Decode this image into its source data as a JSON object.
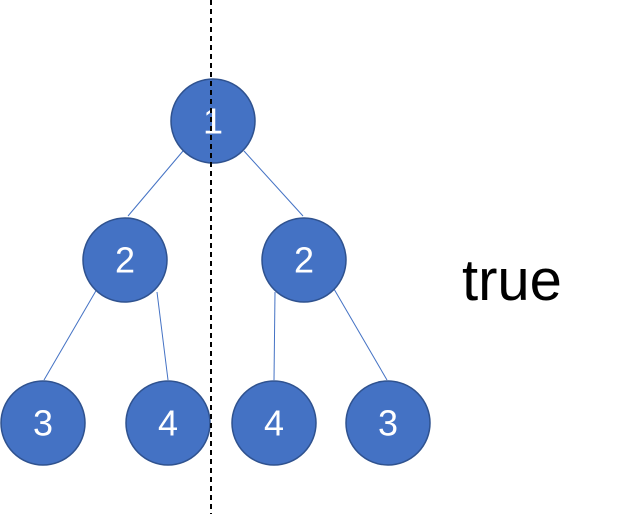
{
  "diagram": {
    "type": "binary-tree",
    "node_color": "#4472c4",
    "node_text_color": "#ffffff",
    "edge_color": "#4472c4",
    "axis_line": {
      "style": "dashed",
      "color": "#000000"
    },
    "nodes": [
      {
        "id": "n1",
        "label": "1"
      },
      {
        "id": "n2l",
        "label": "2"
      },
      {
        "id": "n2r",
        "label": "2"
      },
      {
        "id": "n3l",
        "label": "3"
      },
      {
        "id": "n4l",
        "label": "4"
      },
      {
        "id": "n4r",
        "label": "4"
      },
      {
        "id": "n3r",
        "label": "3"
      }
    ],
    "edges": [
      {
        "from": "n1",
        "to": "n2l"
      },
      {
        "from": "n1",
        "to": "n2r"
      },
      {
        "from": "n2l",
        "to": "n3l"
      },
      {
        "from": "n2l",
        "to": "n4l"
      },
      {
        "from": "n2r",
        "to": "n4r"
      },
      {
        "from": "n2r",
        "to": "n3r"
      }
    ]
  },
  "result": {
    "text": "true"
  }
}
